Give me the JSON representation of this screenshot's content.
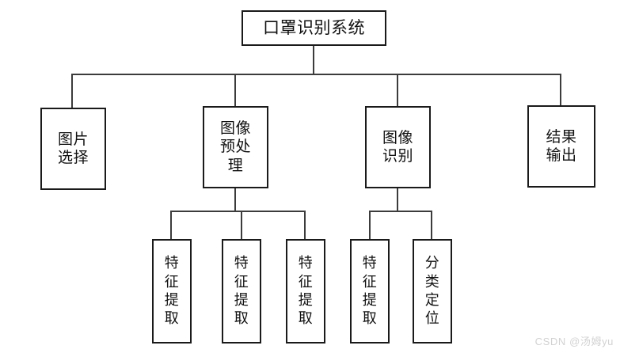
{
  "diagram": {
    "type": "hierarchy-tree",
    "title": "口罩识别系统",
    "background_color": "#ffffff",
    "node_border_color": "#1a1a1a",
    "edge_color": "#3c3c3c",
    "levels": 3,
    "root": {
      "id": "root",
      "label": "口罩识别系统"
    },
    "level2": [
      {
        "id": "image-select",
        "label": "图片\n选择"
      },
      {
        "id": "preprocess",
        "label": "图像\n预处\n理"
      },
      {
        "id": "recognize",
        "label": "图像\n识别"
      },
      {
        "id": "output",
        "label": "结果\n输出"
      }
    ],
    "level3": [
      {
        "id": "feat-1",
        "label": "特\n征\n提\n取",
        "parent": "preprocess"
      },
      {
        "id": "feat-2",
        "label": "特\n征\n提\n取",
        "parent": "preprocess"
      },
      {
        "id": "feat-3",
        "label": "特\n征\n提\n取",
        "parent": "preprocess"
      },
      {
        "id": "feat-4",
        "label": "特\n征\n提\n取",
        "parent": "recognize"
      },
      {
        "id": "classify",
        "label": "分\n类\n定\n位",
        "parent": "recognize"
      }
    ]
  },
  "watermark": {
    "text": "CSDN @汤姆yu",
    "color": "#d2d2d2"
  }
}
